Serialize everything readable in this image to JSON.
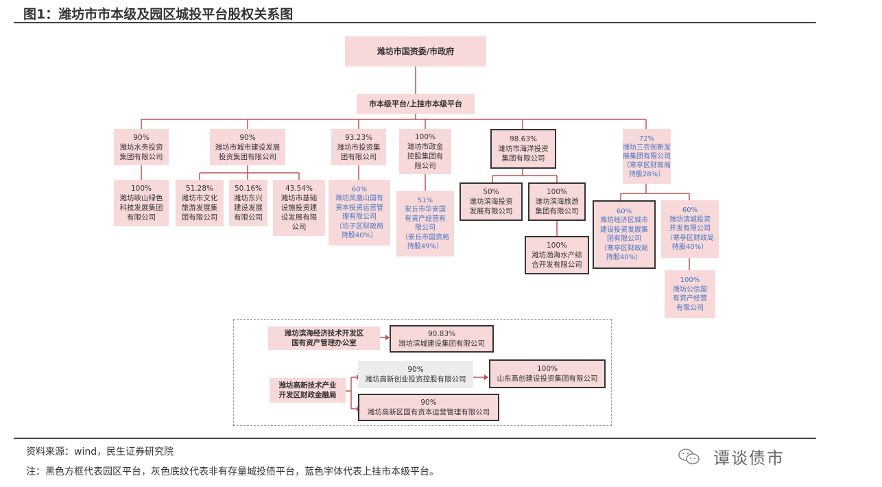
{
  "title": "图1：潍坊市市本级及园区城投平台股权关系图",
  "root": "潍坊市国资委/市政府",
  "level_label": "市本级平台/上挂市本级平台",
  "nodes": {
    "n1": {
      "pct": "90%",
      "name": "潍坊水务投资\n集团有限公司"
    },
    "n2": {
      "pct": "90%",
      "name": "潍坊市城市建设发展\n投资集团有限公司"
    },
    "n3": {
      "pct": "93.23%",
      "name": "潍坊市投资集\n团有限公司"
    },
    "n4": {
      "pct": "100%",
      "name": "潍坊市政金\n控股集团有\n限公司"
    },
    "n5": {
      "pct": "98.63%",
      "name": "潍坊市海洋投资\n集团有限公司"
    },
    "n6": {
      "pct": "72%",
      "name": "潍坊三农创新发\n展集团有限公司\n（寒亭区财政局\n持股28%）"
    },
    "c11": {
      "pct": "100%",
      "name": "潍坊峡山绿色\n科技发展集团\n有限公司"
    },
    "c21": {
      "pct": "51.28%",
      "name": "潍坊市文化\n旅游发展集\n团有限公司"
    },
    "c22": {
      "pct": "50.16%",
      "name": "潍坊东兴\n建设发展\n有限公司"
    },
    "c23": {
      "pct": "43.54%",
      "name": "潍坊市基础\n设施投资建\n设发展有限\n公司"
    },
    "c31": {
      "pct": "60%",
      "name": "潍坊凤凰山国有\n资本投资运营管\n理有限公司\n（坊子区财政局\n持股40%）"
    },
    "c41": {
      "pct": "51%",
      "name": "安丘市华安国\n有资产经营有\n限公司\n（安丘市国资局\n持股49%）"
    },
    "c51": {
      "pct": "50%",
      "name": "潍坊滨海投资\n发展有限公司"
    },
    "c52": {
      "pct": "100%",
      "name": "潍坊滨海旅游\n集团有限公司"
    },
    "c521": {
      "pct": "100%",
      "name": "潍坊渤海水产综\n合开发有限公司"
    },
    "c61": {
      "pct": "60%",
      "name": "潍坊经济区城市\n建设投资发展集\n团有限公司\n（寒亭区财政局\n持股40%）"
    },
    "c62": {
      "pct": "60%",
      "name": "潍坊滨城投资\n开发有限公司\n（寒亭区财政局\n持股40%）"
    },
    "c621": {
      "pct": "100%",
      "name": "潍坊公信国\n有资产经营\n有限公司"
    }
  },
  "parks": {
    "binhai_label": "潍坊滨海经济技术开发区\n国有资产管理办公室",
    "binhai_child": {
      "pct": "90.83%",
      "name": "潍坊滨城建设集团有限公司"
    },
    "gaoxin_label": "潍坊高新技术产业\n开发区财政金融局",
    "gaoxin_c1": {
      "pct": "90%",
      "name": "潍坊高新创业投资控股有限公司"
    },
    "gaoxin_c1a": {
      "pct": "100%",
      "name": "山东高创建设投资集团有限公司"
    },
    "gaoxin_c2": {
      "pct": "90%",
      "name": "潍坊高新区国有资本运营管理有限公司"
    }
  },
  "source": "资料来源：wind，民生证券研究院",
  "note": "注：黑色方框代表园区平台，灰色底纹代表非有存量城投债平台，蓝色字体代表上挂市本级平台。",
  "watermark": "谭谈债市",
  "colors": {
    "box_fill": "#f8d9d9",
    "line": "#c0504d",
    "grey_fill": "#ececec",
    "blue_text": "#4472c4"
  }
}
